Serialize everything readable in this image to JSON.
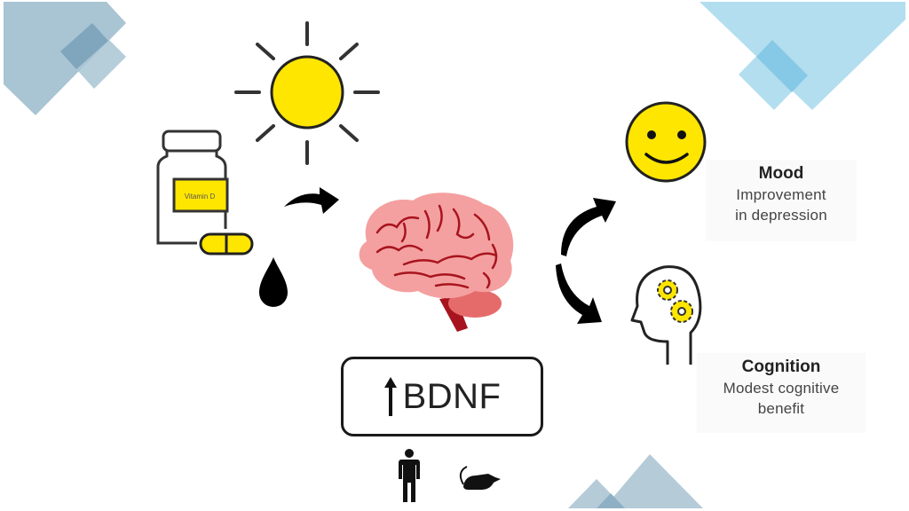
{
  "diagram": {
    "inputs": {
      "supplement": {
        "icon": "vitamin-bottle-icon",
        "label": "Vitamin D"
      },
      "sunlight": {
        "icon": "sun-icon"
      },
      "drop": {
        "icon": "drop-icon"
      }
    },
    "center": {
      "icon": "brain-icon"
    },
    "biomarker": {
      "arrow": "up-arrow-icon",
      "label": "BDNF",
      "evidence_icons": [
        "human-icon",
        "rodent-icon"
      ]
    },
    "outcomes": [
      {
        "icon": "smiley-icon",
        "title": "Mood",
        "line1": "Improvement",
        "line2": "in depression"
      },
      {
        "icon": "head-gears-icon",
        "title": "Cognition",
        "line1": "Modest cognitive",
        "line2": "benefit"
      }
    ],
    "colors": {
      "yellow": "#ffe600",
      "brain_pink": "#f08c8c",
      "brain_dark": "#a8141e",
      "deco_gray_blue": "#a9c4d3",
      "deco_gray_blue_dark": "#7fa6bd",
      "deco_light_blue": "#b3def0",
      "deco_light_blue_dark": "#86c9e6"
    }
  }
}
